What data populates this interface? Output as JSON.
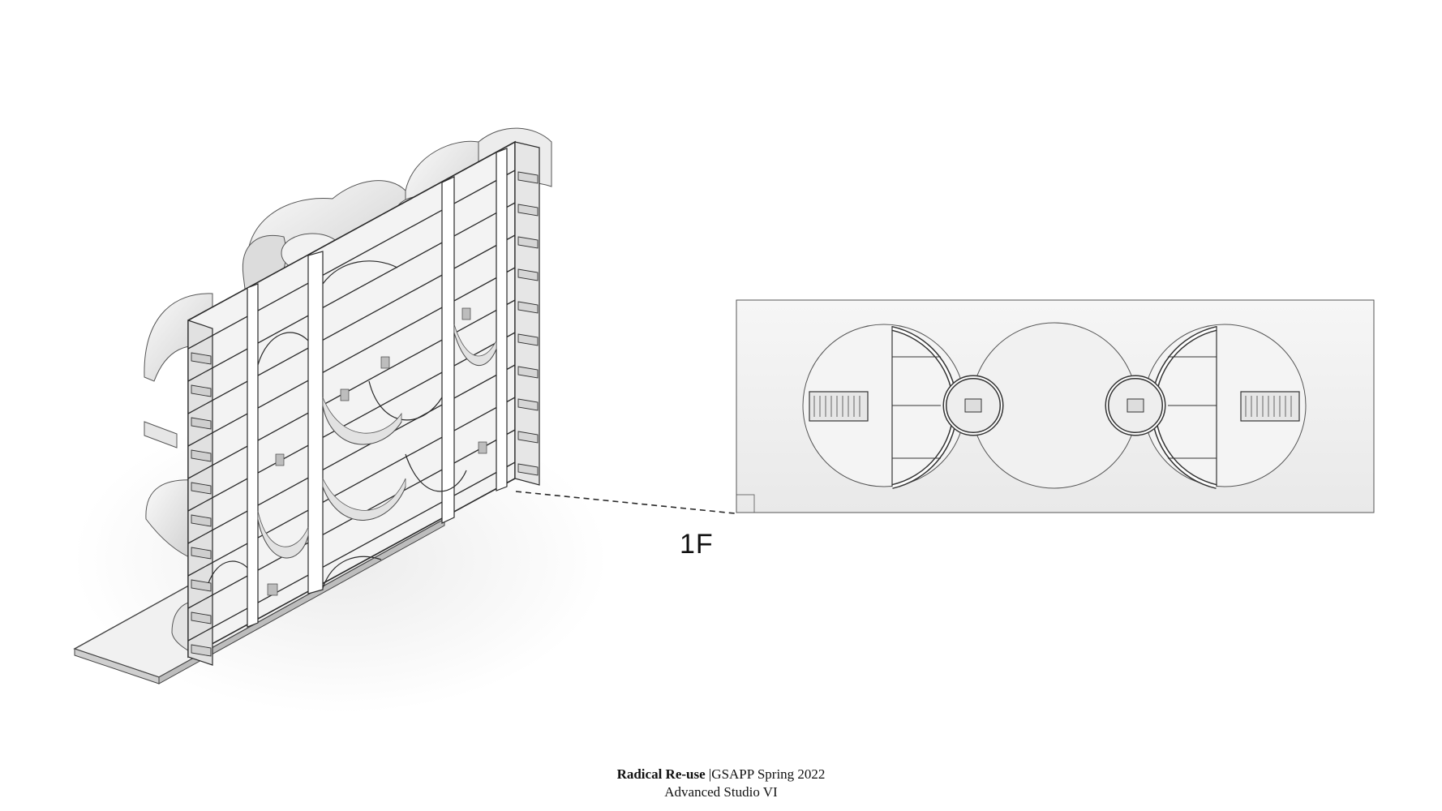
{
  "diagram": {
    "floor_label": "1F",
    "caption": {
      "title_bold": "Radical Re-use ",
      "title_rest": "|GSAPP Spring 2022",
      "subtitle": "Advanced Studio VI"
    }
  },
  "colors": {
    "line": "#2a2a2a",
    "light_line": "#8a8a8a",
    "floor_fill": "#efefef",
    "shade": "#d9d9d9",
    "vault": "#e8e8e8",
    "white": "#ffffff"
  },
  "icons": {
    "stair": "stair-icon"
  }
}
